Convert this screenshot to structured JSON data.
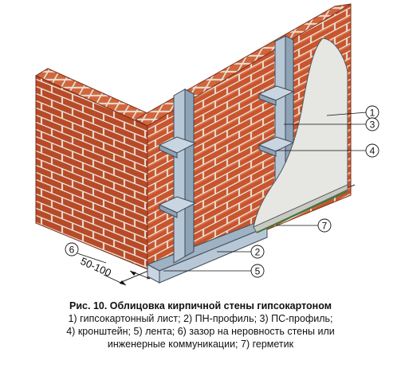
{
  "callouts": [
    {
      "num": "1",
      "label": "гипсокартонный лист"
    },
    {
      "num": "2",
      "label": "ПН-профиль"
    },
    {
      "num": "3",
      "label": "ПС-профиль"
    },
    {
      "num": "4",
      "label": "кронштейн"
    },
    {
      "num": "5",
      "label": "лента"
    },
    {
      "num": "6",
      "label": "зазор на неровность стены или инженерные коммуникации"
    },
    {
      "num": "7",
      "label": "герметик"
    }
  ],
  "dimension": {
    "text": "50-100"
  },
  "caption": {
    "title": "Рис. 10. Облицовка кирпичной стены гипсокартоном",
    "line1": "1) гипсокартонный лист; 2) ПН-профиль; 3) ПС-профиль;",
    "line2": "4) кронштейн; 5) лента; 6) зазор на неровность стены или",
    "line3": "инженерные коммуникации; 7) герметик"
  },
  "colors": {
    "brick": "#c8552e",
    "mortar": "#e9e1d6",
    "profile": "#b8c7d6",
    "board": "#e6e6e2"
  }
}
